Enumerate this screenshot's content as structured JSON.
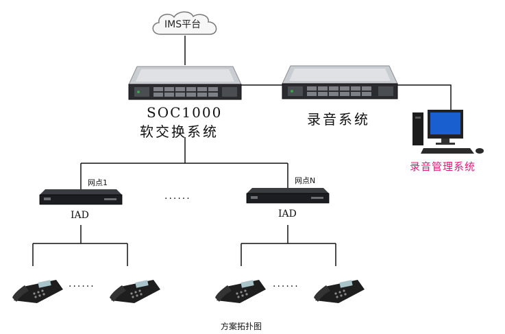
{
  "diagram": {
    "cloud_label": "IMS平台",
    "soc_line1": "SOC1000",
    "soc_line2": "软交换系统",
    "recording_label": "录音系统",
    "recording_mgmt_label": "录音管理系统",
    "node1_label": "网点1",
    "nodeN_label": "网点N",
    "iad_label": "IAD",
    "ellipsis": "······",
    "caption": "方案拓扑图",
    "icons": [
      "cloud-icon",
      "server-icon",
      "iad-device-icon",
      "computer-icon",
      "telephone-icon"
    ],
    "colors": {
      "line": "#111111",
      "mgmt_label": "#e0197a",
      "monitor_screen": "#1a5fd0"
    }
  }
}
